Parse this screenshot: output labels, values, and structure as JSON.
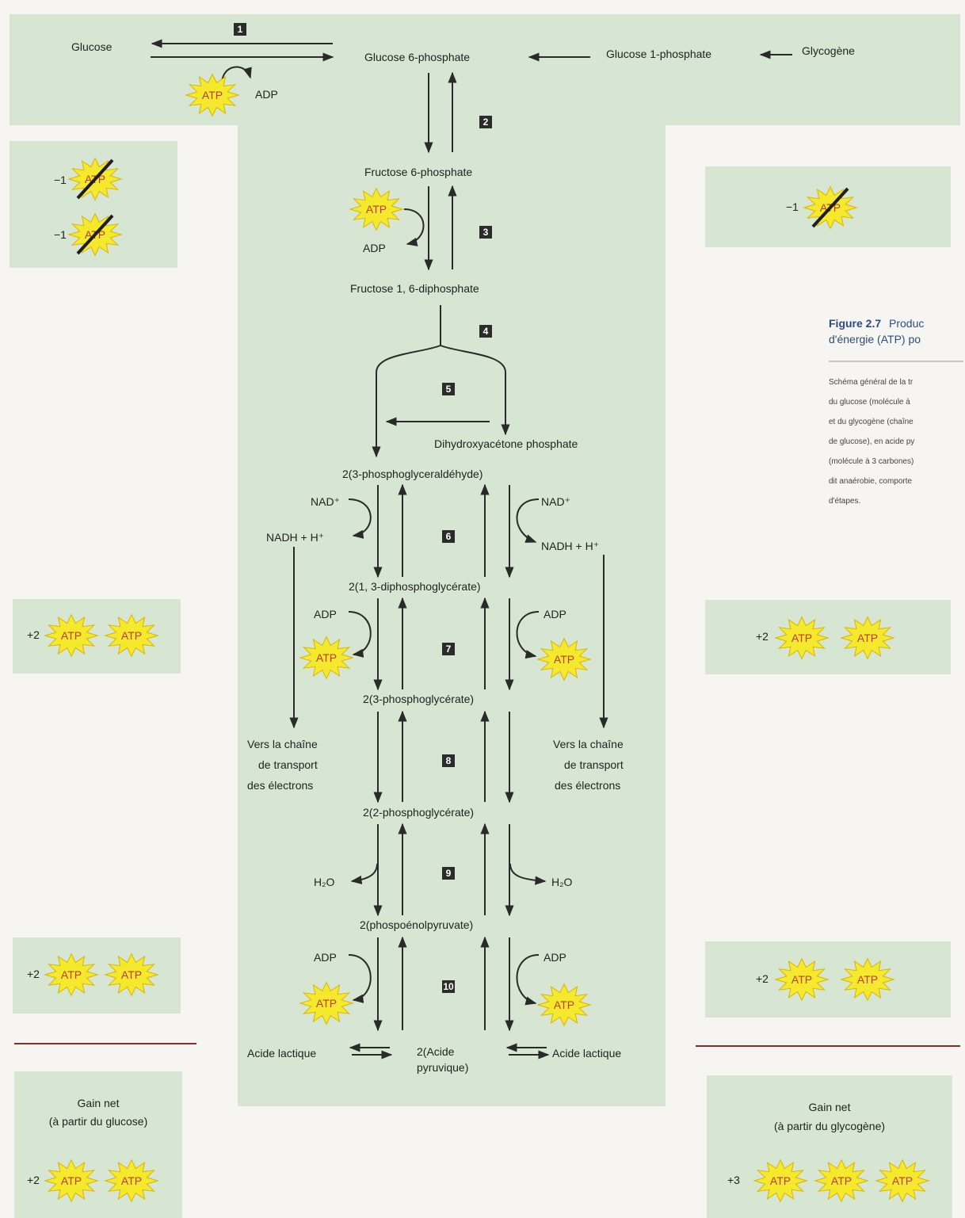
{
  "colors": {
    "panel": "#d6e6d3",
    "page": "#f6f5f1",
    "arrow": "#2a2a2a",
    "atp_fill": "#f5e92e",
    "atp_text": "#c0392b",
    "step_box": "#2b2b2b",
    "rule": "#8a2a2a"
  },
  "top": {
    "glucose": "Glucose",
    "g6p": "Glucose 6-phosphate",
    "g1p": "Glucose 1-phosphate",
    "glycogen": "Glycogène",
    "atp": "ATP",
    "adp": "ADP"
  },
  "steps": [
    "1",
    "2",
    "3",
    "4",
    "5",
    "6",
    "7",
    "8",
    "9",
    "10"
  ],
  "metabolites": {
    "f6p": "Fructose 6-phosphate",
    "f16dp": "Fructose 1, 6-diphosphate",
    "dhap": "Dihydroxyacétone phosphate",
    "g3p": "2(3-phosphoglyceraldéhyde)",
    "bpg": "2(1, 3-diphosphoglycérate)",
    "pg3": "2(3-phosphoglycérate)",
    "pg2": "2(2-phosphoglycérate)",
    "pep": "2(phospoénolpyruvate)",
    "pyr1": "2(Acide",
    "pyr2": "pyruvique)",
    "lactic": "Acide lactique"
  },
  "cofactors": {
    "atp": "ATP",
    "adp": "ADP",
    "nad": "NAD⁺",
    "nadh": "NADH + H⁺",
    "h2o": "H₂O"
  },
  "etc": [
    "Vers la chaîne",
    "de transport",
    "des électrons"
  ],
  "counts": {
    "minus": "−1",
    "plus2": "+2",
    "plus3": "+3"
  },
  "net_left": {
    "line1": "Gain net",
    "line2": "(à partir du glucose)"
  },
  "net_right": {
    "line1": "Gain net",
    "line2": "(à partir du glycogène)"
  },
  "caption": {
    "fig_label": "Figure 2.7",
    "title1": "Produc",
    "title2": "d'énergie (ATP) po",
    "body": [
      "Schéma général de la tr",
      "du glucose (molécule à",
      "et du glycogène (chaîne",
      "de glucose), en acide py",
      "(molécule à 3 carbones)",
      "dit anaérobie, comporte",
      "d'étapes."
    ]
  }
}
